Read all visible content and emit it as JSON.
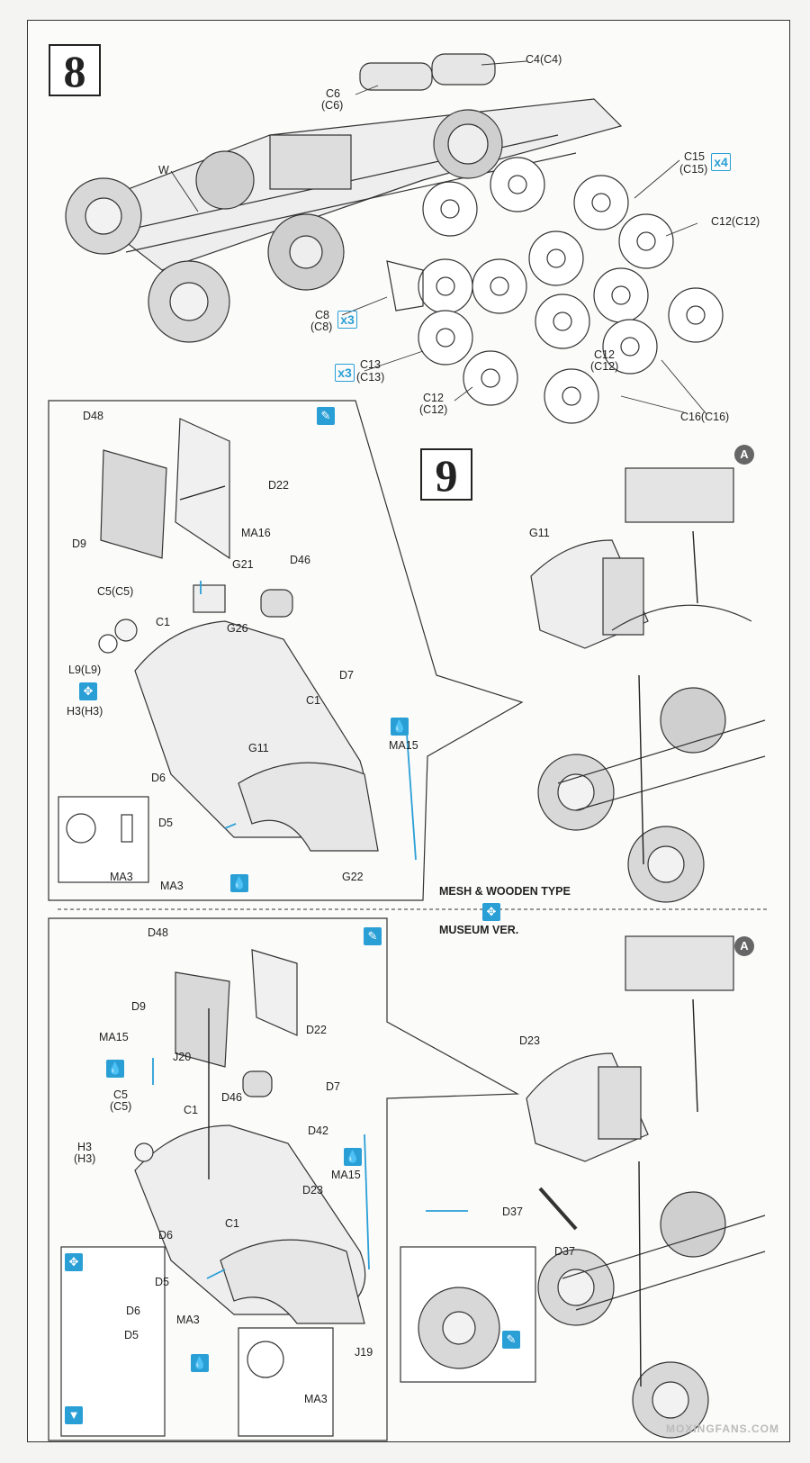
{
  "step8": {
    "number": "8",
    "labels": {
      "c4": "C4(C4)",
      "c6": "C6",
      "c6b": "(C6)",
      "w": "W",
      "c15": "C15",
      "c15b": "(C15)",
      "c15_qty": "x4",
      "c12_right": "C12(C12)",
      "c8": "C8",
      "c8b": "(C8)",
      "c8_qty": "x3",
      "c13": "C13",
      "c13b": "(C13)",
      "c13_qty": "x3",
      "c12_mid": "C12",
      "c12_midb": "(C12)",
      "c12_low": "C12",
      "c12_lowb": "(C12)",
      "c16": "C16(C16)"
    }
  },
  "step9": {
    "number": "9",
    "sub_a": "A",
    "top_panel": {
      "d48": "D48",
      "d22": "D22",
      "d9": "D9",
      "ma16": "MA16",
      "g21": "G21",
      "d46": "D46",
      "c5": "C5(C5)",
      "c1a": "C1",
      "g26": "G26",
      "l9": "L9(L9)",
      "h3": "H3(H3)",
      "d7": "D7",
      "c1b": "C1",
      "g11": "G11",
      "ma15": "MA15",
      "d6": "D6",
      "d5": "D5",
      "ma3a": "MA3",
      "ma3b": "MA3",
      "g22": "G22"
    },
    "right_top": {
      "g11": "G11"
    },
    "divider": {
      "mesh": "MESH & WOODEN  TYPE",
      "museum": "MUSEUM VER."
    },
    "bottom_panel": {
      "d48": "D48",
      "d9": "D9",
      "d22": "D22",
      "ma15a": "MA15",
      "j20": "J20",
      "d7": "D7",
      "c5": "C5",
      "c5b": "(C5)",
      "d46": "D46",
      "c1a": "C1",
      "h3": "H3",
      "h3b": "(H3)",
      "d42": "D42",
      "ma15b": "MA15",
      "d23": "D23",
      "c1b": "C1",
      "d6": "D6",
      "d5": "D5",
      "ma3": "MA3",
      "d6i": "D6",
      "d5i": "D5",
      "j19": "J19",
      "ma3i": "MA3"
    },
    "right_bottom": {
      "d23": "D23",
      "d37a": "D37",
      "d37b": "D37"
    }
  },
  "watermark": "MOXINGFANS.COM",
  "accent": "#2a9fd6"
}
